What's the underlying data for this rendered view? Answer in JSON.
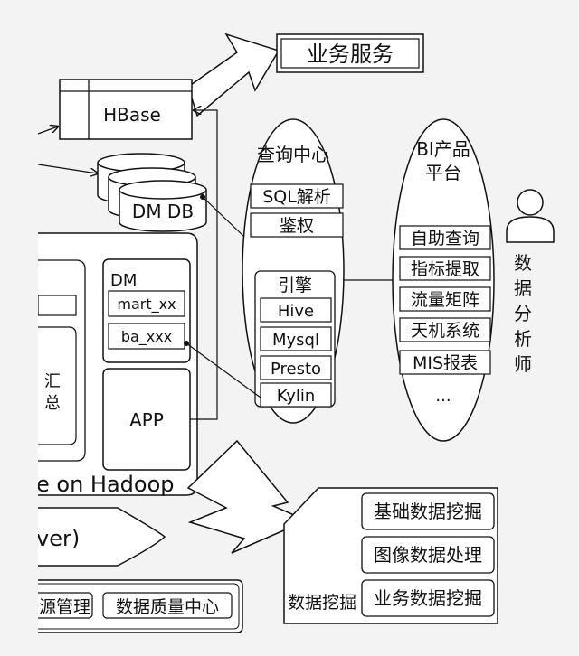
{
  "top_service": "业务服务",
  "hbase": "HBase",
  "dmdb": "DM DB",
  "left_hive_title_fragment": "e on Hadoop",
  "left_summary": [
    "汇",
    "总"
  ],
  "dm": {
    "title": "DM",
    "items": [
      "mart_xx",
      "ba_xxx"
    ]
  },
  "app": "APP",
  "query_center": {
    "title": "查询中心",
    "items": [
      "SQL解析",
      "鉴权"
    ],
    "engine_title": "引擎",
    "engines": [
      "Hive",
      "Mysql",
      "Presto",
      "Kylin"
    ]
  },
  "bi": {
    "title_lines": [
      "BI产品",
      "平台"
    ],
    "items": [
      "自助查询",
      "指标提取",
      "流量矩阵",
      "天机系统",
      "MIS报表"
    ],
    "more": "..."
  },
  "analyst_label": [
    "数",
    "据",
    "分",
    "析",
    "师"
  ],
  "left_fragment_ver": "ver)",
  "bottom_left": [
    "源管理",
    "数据质量中心"
  ],
  "mining": {
    "label": "数据挖掘",
    "items": [
      "基础数据挖掘",
      "图像数据处理",
      "业务数据挖掘"
    ]
  }
}
